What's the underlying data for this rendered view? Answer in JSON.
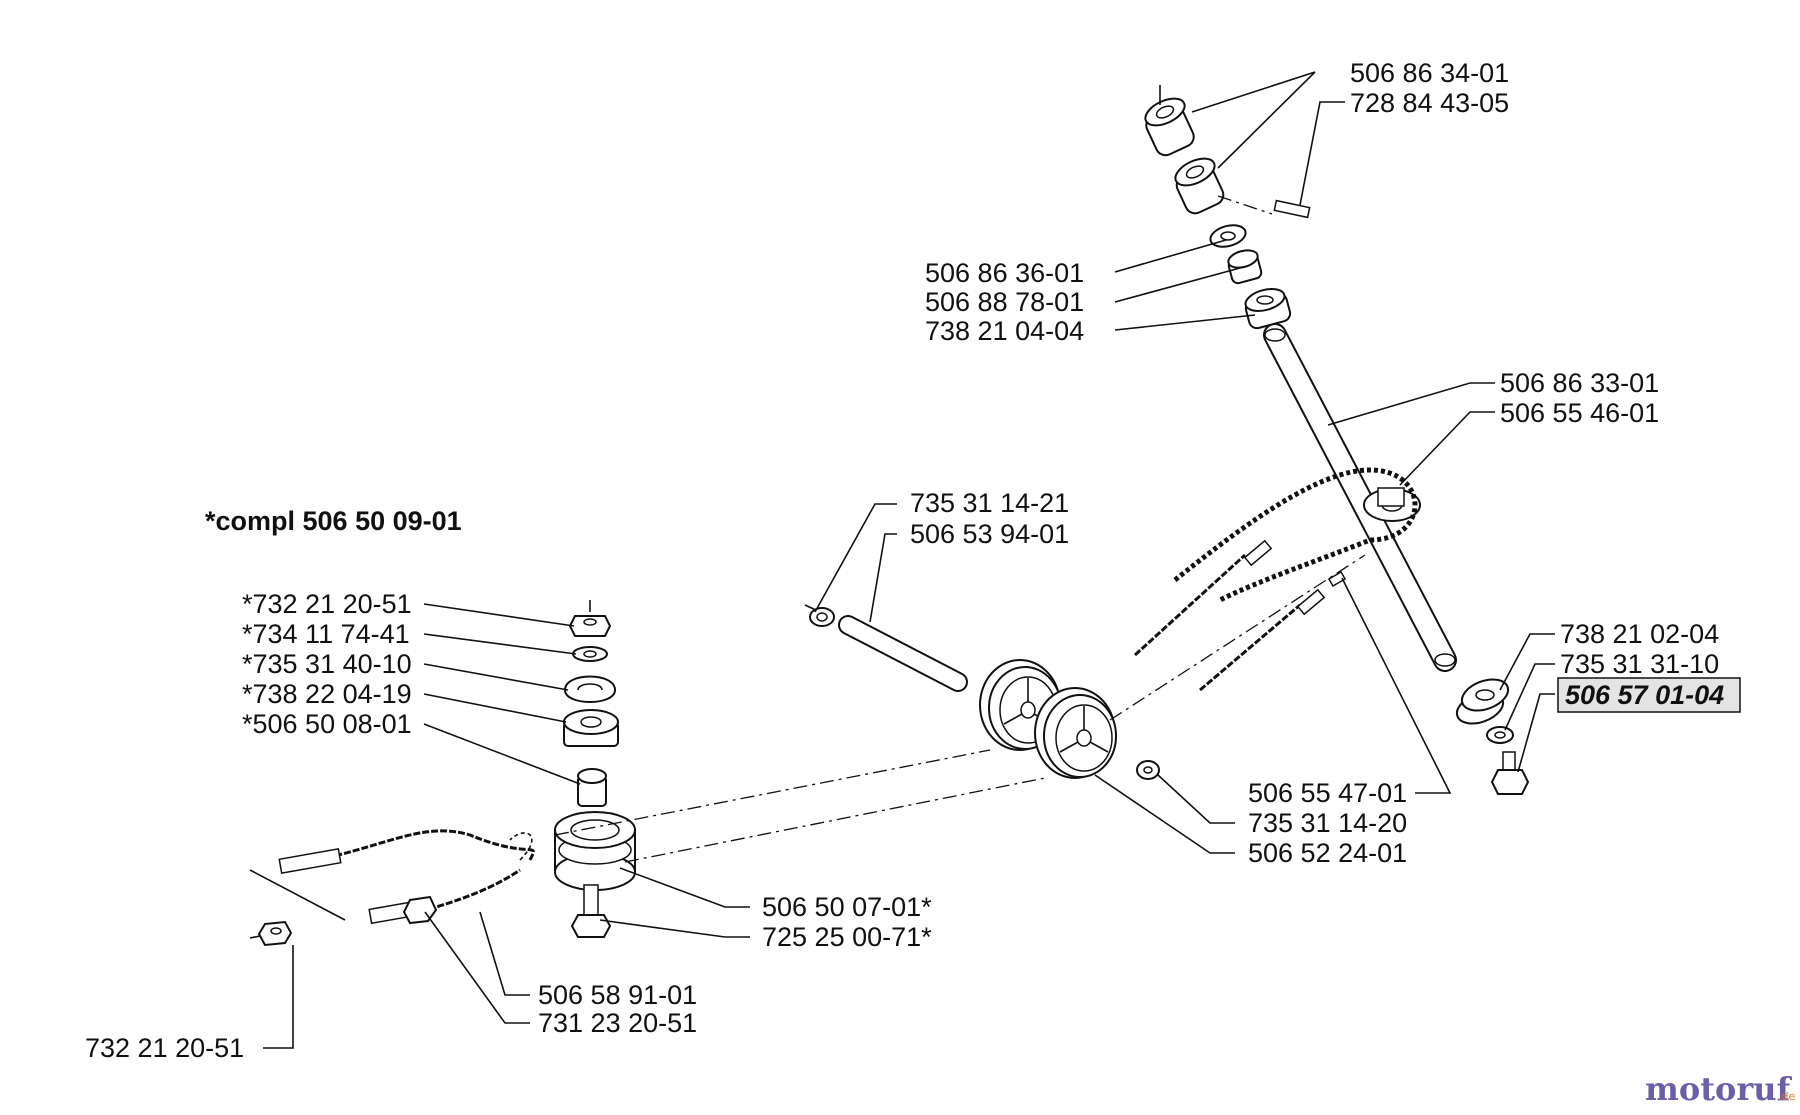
{
  "assembly_note": "*compl 506 50 09-01",
  "highlighted_part": "506 57 01-04",
  "logo": {
    "text_main": "motoruf",
    "text_suffix": ".de",
    "color_main": "#6a5fa8",
    "color_accent": "#e07a1f"
  },
  "labels": {
    "p1": "506 86 34-01",
    "p2": "728 84 43-05",
    "p3": "506 86 36-01",
    "p4": "506 88 78-01",
    "p5": "738 21 04-04",
    "p6": "506 86 33-01",
    "p7": "506 55 46-01",
    "p8": "735 31 14-21",
    "p9": "506 53 94-01",
    "p10": "738 21 02-04",
    "p11": "735 31 31-10",
    "p12": "*732 21 20-51",
    "p13": "*734 11 74-41",
    "p14": "*735 31 40-10",
    "p15": "*738 22 04-19",
    "p16": "*506 50 08-01",
    "p17": "506 55 47-01",
    "p18": "735 31 14-20",
    "p19": "506 52 24-01",
    "p20": "506 50 07-01*",
    "p21": "725 25 00-71*",
    "p22": "506 58 91-01",
    "p23": "731 23 20-51",
    "p24": "732 21 20-51"
  }
}
